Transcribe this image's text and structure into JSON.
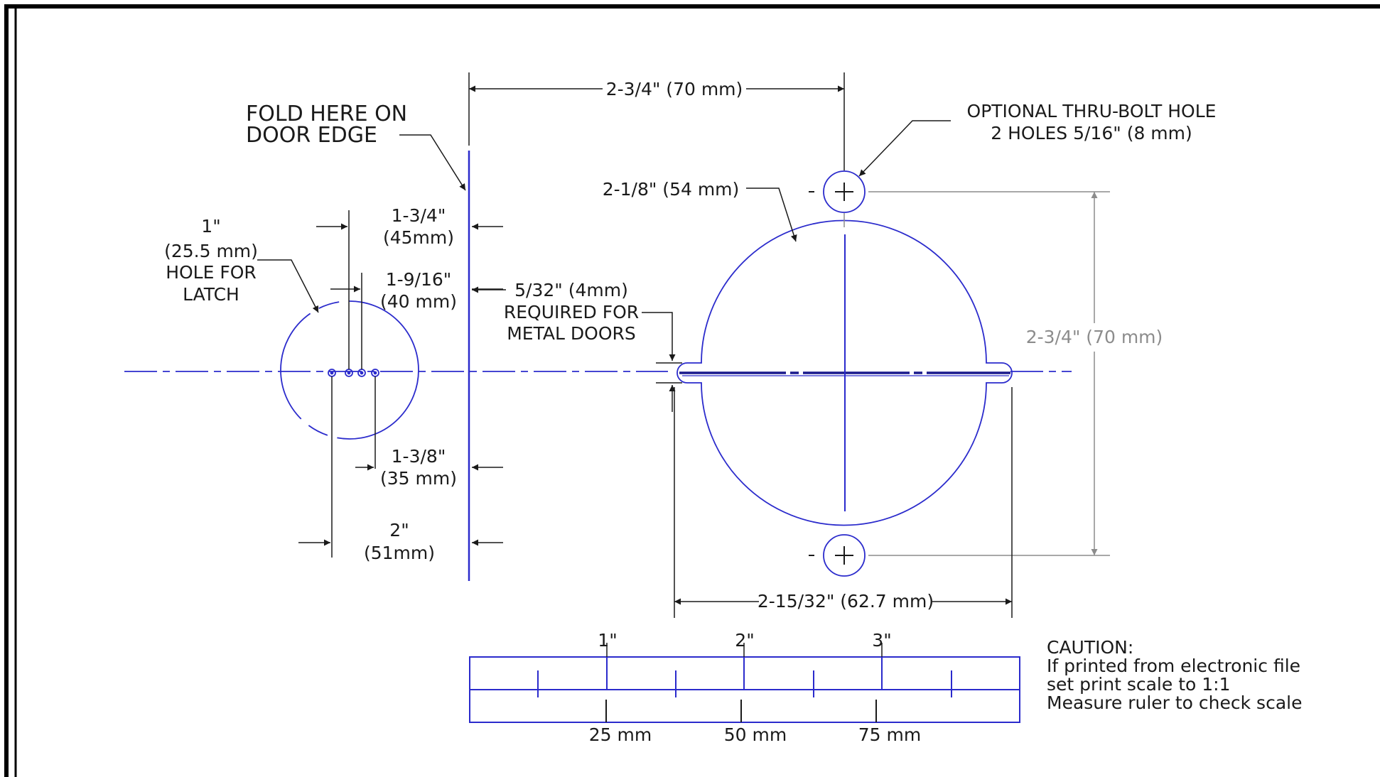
{
  "colors": {
    "geometry": "#2b2bcc",
    "dimension": "#1a1a1a",
    "gray_dimension": "#8c8c8c",
    "frame": "#000000",
    "background": "#ffffff"
  },
  "labels": {
    "fold_line1": "FOLD HERE ON",
    "fold_line2": "DOOR EDGE",
    "top_dim": "2-3/4\" (70 mm)",
    "thru_bolt_line1": "OPTIONAL THRU-BOLT HOLE",
    "thru_bolt_line2": "2 HOLES 5/16\" (8 mm)",
    "bore_dia": "2-1/8\" (54 mm)",
    "vertical_dim": "2-3/4\" (70 mm)",
    "bottom_dim": "2-15/32\" (62.7 mm)",
    "latch_line1": "1\"",
    "latch_line2": "(25.5 mm)",
    "latch_line3": "HOLE FOR",
    "latch_line4": "LATCH",
    "bs_45_line1": "1-3/4\"",
    "bs_45_line2": "(45mm)",
    "bs_40_line1": "1-9/16\"",
    "bs_40_line2": "(40 mm)",
    "bs_35_line1": "1-3/8\"",
    "bs_35_line2": "(35 mm)",
    "bs_51_line1": "2\"",
    "bs_51_line2": "(51mm)",
    "metal_line1": "5/32\" (4mm)",
    "metal_line2": "REQUIRED FOR",
    "metal_line3": "METAL DOORS"
  },
  "ruler": {
    "inch_labels": [
      "1\"",
      "2\"",
      "3\""
    ],
    "mm_labels": [
      "25 mm",
      "50 mm",
      "75 mm"
    ]
  },
  "caution": {
    "title": "CAUTION:",
    "line1": "If printed from electronic file",
    "line2": "set print scale to 1:1",
    "line3": "Measure ruler to check scale"
  }
}
